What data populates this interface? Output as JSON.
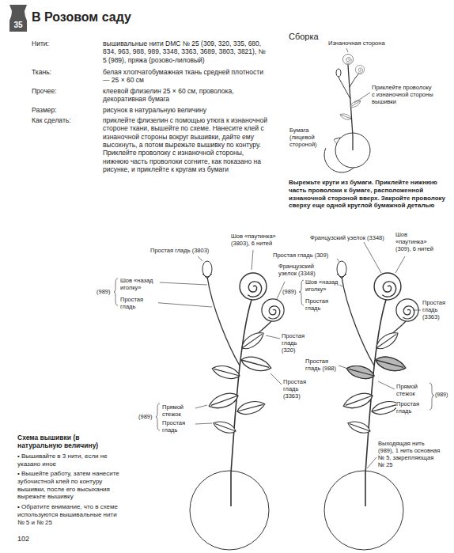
{
  "diagram": {
    "title": "В Розовом саду",
    "nodes": [
      {
        "text": [
          "35"
        ]
      }
    ],
    "labels": [
      "Нити:",
      "вышивальные нити DMC № 25 (309, 320, 335, 680, 834, 963, 988, 989, 3348, 3363, 3689, 3803, 3821), № 5 (989), пряжа (розово-лиловый)",
      "Ткань:",
      "белая хлопчатобумажная ткань средней плотности — 25 × 60 см",
      "Прочее:",
      "клеевой флизелин 25 × 60 см, проволока, декоративная бумага",
      "Размер:",
      "рисунок в натуральную величину",
      "Как сделать:",
      "приклейте флизелин с помощью утюга к изнаночной стороне ткани, вышейте по схеме. Нанесите клей с изнаночной стороны вокруг вышивки, дайте ему высохнуть, а потом вырежьте вышивку по контуру. Приклейте проволоку с изнаночной стороны, нижнюю часть проволоки согните, как показано на рисунке, и приклейте к кругам из бумаги",
      "Сборка",
      "Изнаночная сторона",
      "Приклейте проволоку с изнаночной стороны вышивки",
      "Бумага (лицевой стороной)",
      "Вырежьте круги из бумаги. Приклейте нижнюю часть проволоки к бумаге, расположенной изнаночной стороной вверх. Закройте проволоку сверху еще одной круглой бумажной деталью",
      "Шов «паутинка» (3803), 6 нитей",
      "Французский узелок (3348)",
      "Простая гладь (3803)",
      "Шов «назад иголку»",
      "Простая гладь",
      "(989)",
      "Простая гладь (320)",
      "Простая гладь (3363)",
      "(989)",
      "Прямой стежок",
      "Простая гладь",
      "Французский узелок (3348)",
      "Шов «паутинка» (309), 6 нитей",
      "Простая гладь (309)",
      "Шов «назад иголку»",
      "Простая гладь",
      "(989)",
      "Простая гладь (3363)",
      "Простая гладь (988)",
      "Прямой стежок",
      "Простая гладь",
      "(989)",
      "Выходящая нить (989), 1 нить основная № 5, закрепляющая № 25",
      "Схема вышивки (в натуральную величину)",
      "• Вышивайте в 3 нити, если не указано иное",
      "• Вышейте работу, затем нанесите зубочистной клей по контуру вышивки, после его высыхания вырежьте вышивку",
      "• Обратите внимание, что в схеме используются вышивальные нити № 5 и № 25",
      "102"
    ]
  }
}
